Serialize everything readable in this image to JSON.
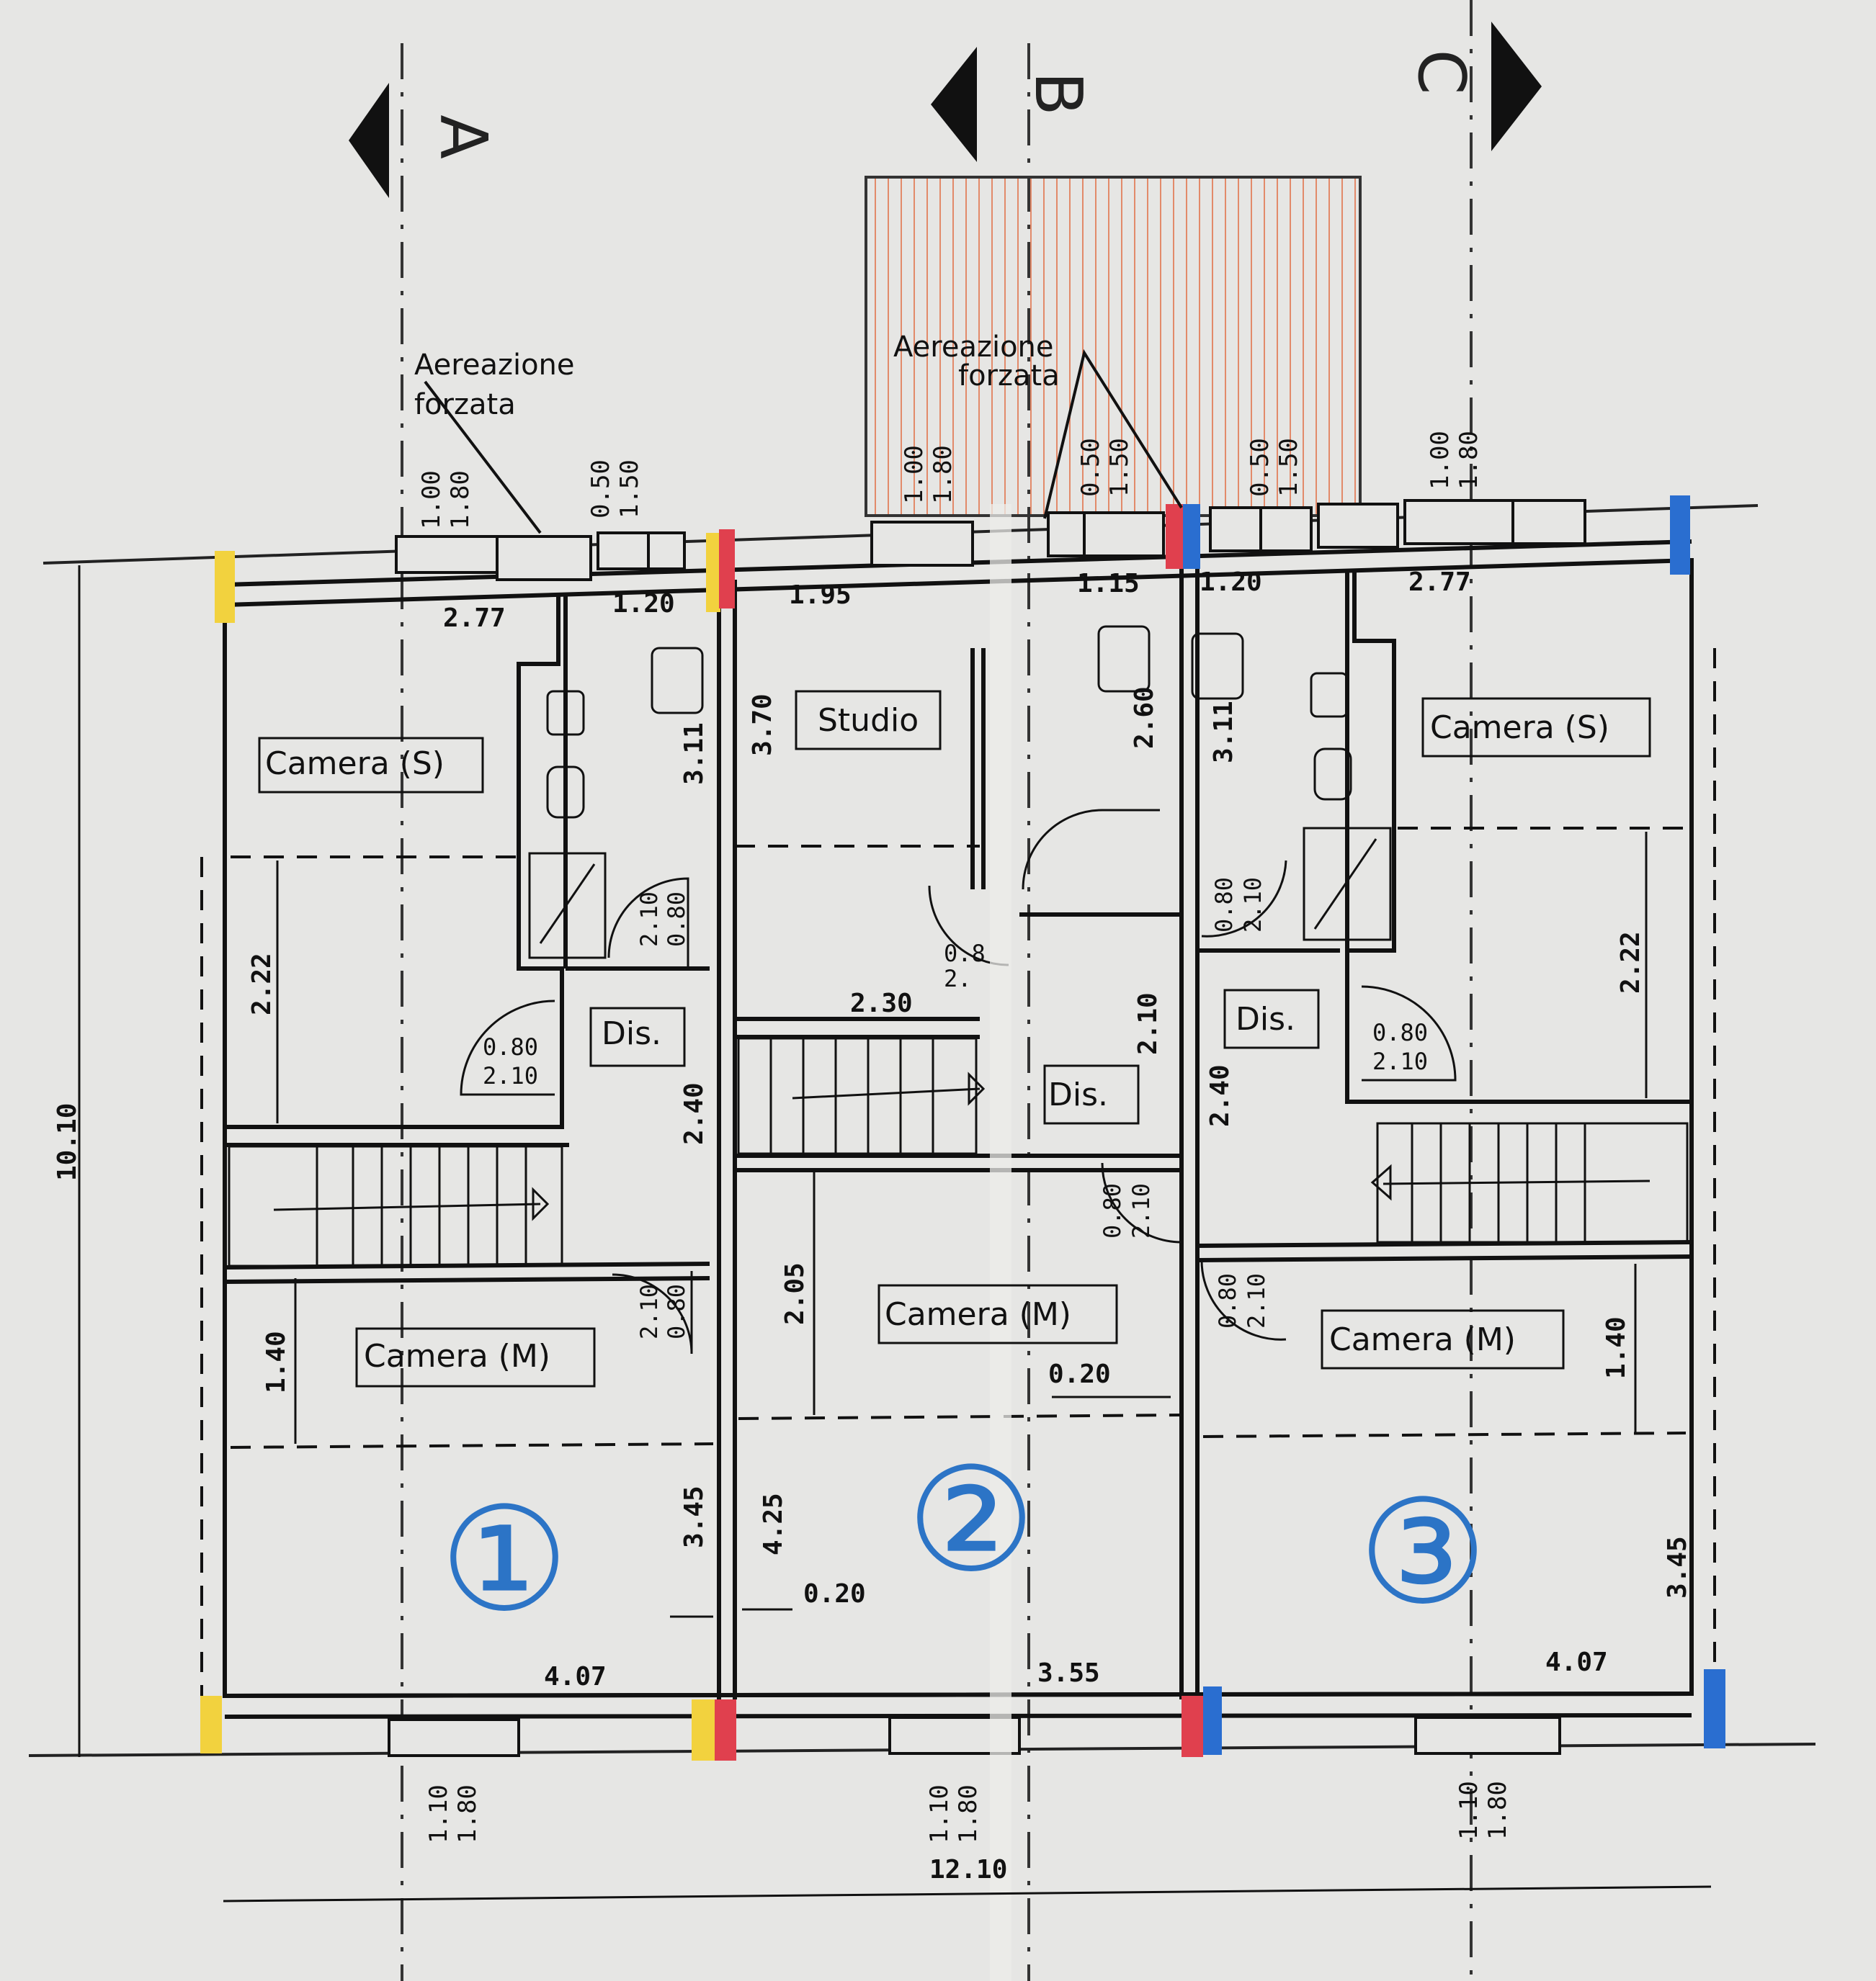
{
  "sections": {
    "a": "A",
    "b": "B",
    "c": "C"
  },
  "notes": {
    "aer1_line1": "Aereazione",
    "aer1_line2": "forzata",
    "aer2_line1": "Aereazione",
    "aer2_line2": "forzata"
  },
  "rooms": {
    "camera_s_left": "Camera (S)",
    "camera_s_right": "Camera (S)",
    "studio": "Studio",
    "dis_left": "Dis.",
    "dis_mid": "Dis.",
    "dis_right": "Dis.",
    "camera_m_left": "Camera (M)",
    "camera_m_mid": "Camera (M)",
    "camera_m_right": "Camera (M)"
  },
  "units": {
    "u1": "①",
    "u2": "②",
    "u3": "③"
  },
  "windows": {
    "w1": [
      "1.00",
      "1.80"
    ],
    "w2": [
      "0.50",
      "1.50"
    ],
    "w3": [
      "1.00",
      "1.80"
    ],
    "w4": [
      "0.50",
      "1.50"
    ],
    "w5": [
      "0.50",
      "1.50"
    ],
    "w6": [
      "1.00",
      "1.80"
    ],
    "b1": [
      "1.10",
      "1.80"
    ],
    "b2": [
      "1.10",
      "1.80"
    ],
    "b3": [
      "1.10",
      "1.80"
    ]
  },
  "doors": {
    "d_left_bath": [
      "2.10",
      "0.80"
    ],
    "d_left_dis": [
      "0.80",
      "2.10"
    ],
    "d_left_m": [
      "2.10",
      "0.80"
    ],
    "d_studio": [
      "0.8",
      "2."
    ],
    "d_mid_dis": [
      "0.80",
      "2.10"
    ],
    "d_right_bath": [
      "0.80",
      "2.10"
    ],
    "d_right_dis": [
      "0.80",
      "2.10"
    ],
    "d_right_m": [
      "0.80",
      "2.10"
    ]
  },
  "dims": {
    "d277a": "2.77",
    "d120a": "1.20",
    "d195": "1.95",
    "d115": "1.15",
    "d120b": "1.20",
    "d277b": "2.77",
    "d311a": "3.11",
    "d370": "3.70",
    "d260": "2.60",
    "d311b": "3.11",
    "d222a": "2.22",
    "d222b": "2.22",
    "d240a": "2.40",
    "d240b": "2.40",
    "d210": "2.10",
    "d230": "2.30",
    "d205": "2.05",
    "d140a": "1.40",
    "d140b": "1.40",
    "d345a": "3.45",
    "d425": "4.25",
    "d345b": "3.45",
    "d020a": "0.20",
    "d020b": "0.20",
    "d407a": "4.07",
    "d355": "3.55",
    "d407b": "4.07",
    "d1010": "10.10",
    "d1210": "12.10"
  }
}
